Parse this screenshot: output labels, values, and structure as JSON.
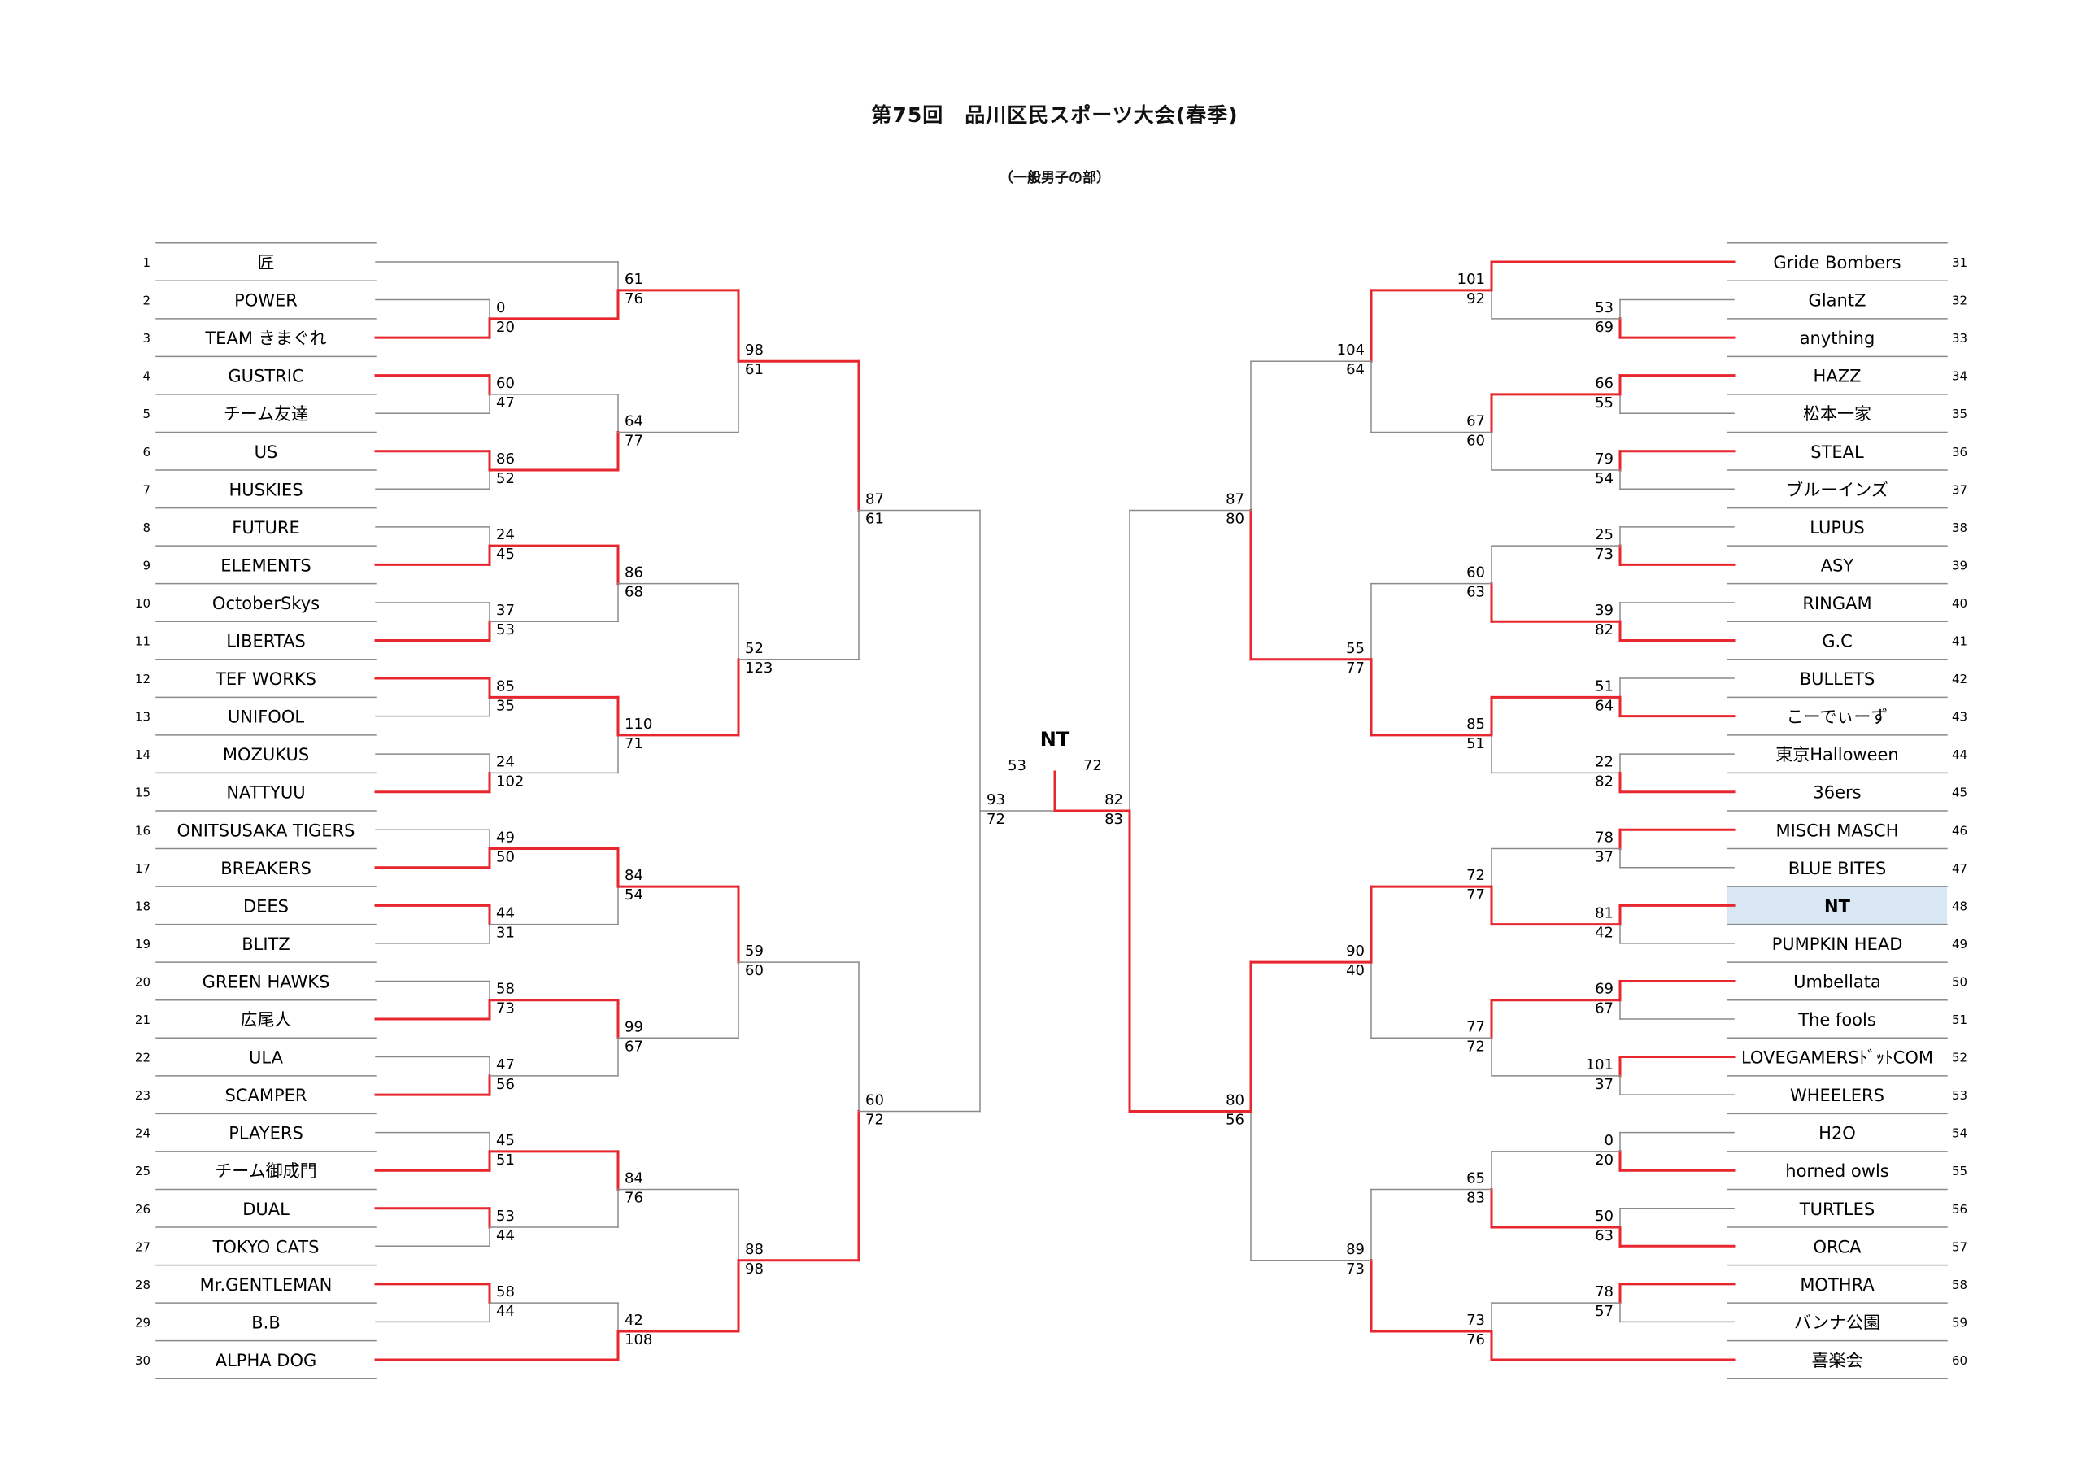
{
  "title": "第75回　品川区民スポーツ大会(春季)",
  "subtitle": "（一般男子の部）",
  "champion": "NT",
  "highlight_team": "NT",
  "colors": {
    "winner_line": "#e8262d",
    "loser_line": "#8a8a8a",
    "highlight_bg": "#d9e7f5"
  },
  "left_teams": [
    {
      "seed": "1",
      "name": "匠"
    },
    {
      "seed": "2",
      "name": "POWER"
    },
    {
      "seed": "3",
      "name": "TEAM きまぐれ"
    },
    {
      "seed": "4",
      "name": "GUSTRIC"
    },
    {
      "seed": "5",
      "name": "チーム友達"
    },
    {
      "seed": "6",
      "name": "US"
    },
    {
      "seed": "7",
      "name": "HUSKIES"
    },
    {
      "seed": "8",
      "name": "FUTURE"
    },
    {
      "seed": "9",
      "name": "ELEMENTS"
    },
    {
      "seed": "10",
      "name": "OctoberSkys"
    },
    {
      "seed": "11",
      "name": "LIBERTAS"
    },
    {
      "seed": "12",
      "name": "TEF WORKS"
    },
    {
      "seed": "13",
      "name": "UNIFOOL"
    },
    {
      "seed": "14",
      "name": "MOZUKUS"
    },
    {
      "seed": "15",
      "name": "NATTYUU"
    },
    {
      "seed": "16",
      "name": "ONITSUSAKA TIGERS"
    },
    {
      "seed": "17",
      "name": "BREAKERS"
    },
    {
      "seed": "18",
      "name": "DEES"
    },
    {
      "seed": "19",
      "name": "BLITZ"
    },
    {
      "seed": "20",
      "name": "GREEN HAWKS"
    },
    {
      "seed": "21",
      "name": "広尾人"
    },
    {
      "seed": "22",
      "name": "ULA"
    },
    {
      "seed": "23",
      "name": "SCAMPER"
    },
    {
      "seed": "24",
      "name": "PLAYERS"
    },
    {
      "seed": "25",
      "name": "チーム御成門"
    },
    {
      "seed": "26",
      "name": "DUAL"
    },
    {
      "seed": "27",
      "name": "TOKYO CATS"
    },
    {
      "seed": "28",
      "name": "Mr.GENTLEMAN"
    },
    {
      "seed": "29",
      "name": "B.B"
    },
    {
      "seed": "30",
      "name": "ALPHA DOG"
    }
  ],
  "right_teams": [
    {
      "seed": "31",
      "name": "Gride Bombers"
    },
    {
      "seed": "32",
      "name": "GlantZ"
    },
    {
      "seed": "33",
      "name": "anything"
    },
    {
      "seed": "34",
      "name": "HAZZ"
    },
    {
      "seed": "35",
      "name": "松本一家"
    },
    {
      "seed": "36",
      "name": "STEAL"
    },
    {
      "seed": "37",
      "name": "ブルーインズ"
    },
    {
      "seed": "38",
      "name": "LUPUS"
    },
    {
      "seed": "39",
      "name": "ASY"
    },
    {
      "seed": "40",
      "name": "RINGAM"
    },
    {
      "seed": "41",
      "name": "G.C"
    },
    {
      "seed": "42",
      "name": "BULLETS"
    },
    {
      "seed": "43",
      "name": "こーでぃーず"
    },
    {
      "seed": "44",
      "name": "東京Halloween"
    },
    {
      "seed": "45",
      "name": "36ers"
    },
    {
      "seed": "46",
      "name": "MISCH MASCH"
    },
    {
      "seed": "47",
      "name": "BLUE BITES"
    },
    {
      "seed": "48",
      "name": "NT"
    },
    {
      "seed": "49",
      "name": "PUMPKIN HEAD"
    },
    {
      "seed": "50",
      "name": "Umbellata"
    },
    {
      "seed": "51",
      "name": "The fools"
    },
    {
      "seed": "52",
      "name": "LOVEGAMERSﾄﾞｯﾄCOM"
    },
    {
      "seed": "53",
      "name": "WHEELERS"
    },
    {
      "seed": "54",
      "name": "H2O"
    },
    {
      "seed": "55",
      "name": "horned owls"
    },
    {
      "seed": "56",
      "name": "TURTLES"
    },
    {
      "seed": "57",
      "name": "ORCA"
    },
    {
      "seed": "58",
      "name": "MOTHRA"
    },
    {
      "seed": "59",
      "name": "バンナ公園"
    },
    {
      "seed": "60",
      "name": "喜楽会"
    }
  ],
  "left_games": {
    "r1": [
      {
        "a": 1,
        "b": 2,
        "sa": "0",
        "sb": "20",
        "w": "b"
      },
      {
        "a": 3,
        "b": 4,
        "sa": "60",
        "sb": "47",
        "w": "a"
      },
      {
        "a": 5,
        "b": 6,
        "sa": "86",
        "sb": "52",
        "w": "a"
      },
      {
        "a": 7,
        "b": 8,
        "sa": "24",
        "sb": "45",
        "w": "b"
      },
      {
        "a": 9,
        "b": 10,
        "sa": "37",
        "sb": "53",
        "w": "b"
      },
      {
        "a": 11,
        "b": 12,
        "sa": "85",
        "sb": "35",
        "w": "a"
      },
      {
        "a": 13,
        "b": 14,
        "sa": "24",
        "sb": "102",
        "w": "b"
      },
      {
        "a": 15,
        "b": 16,
        "sa": "49",
        "sb": "50",
        "w": "b"
      },
      {
        "a": 17,
        "b": 18,
        "sa": "44",
        "sb": "31",
        "w": "a"
      },
      {
        "a": 19,
        "b": 20,
        "sa": "58",
        "sb": "73",
        "w": "b"
      },
      {
        "a": 21,
        "b": 22,
        "sa": "47",
        "sb": "56",
        "w": "b"
      },
      {
        "a": 23,
        "b": 24,
        "sa": "45",
        "sb": "51",
        "w": "b"
      },
      {
        "a": 25,
        "b": 26,
        "sa": "53",
        "sb": "44",
        "w": "a"
      },
      {
        "a": 27,
        "b": 28,
        "sa": "58",
        "sb": "44",
        "w": "a"
      }
    ],
    "r2": [
      {
        "a": "t0",
        "b": "g0",
        "sa": "61",
        "sb": "76",
        "w": "b"
      },
      {
        "a": "g1",
        "b": "g2",
        "sa": "64",
        "sb": "77",
        "w": "b"
      },
      {
        "a": "g3",
        "b": "g4",
        "sa": "86",
        "sb": "68",
        "w": "a"
      },
      {
        "a": "g5",
        "b": "g6",
        "sa": "110",
        "sb": "71",
        "w": "a"
      },
      {
        "a": "g7",
        "b": "g8",
        "sa": "84",
        "sb": "54",
        "w": "a"
      },
      {
        "a": "g9",
        "b": "g10",
        "sa": "99",
        "sb": "67",
        "w": "a"
      },
      {
        "a": "g11",
        "b": "g12",
        "sa": "84",
        "sb": "76",
        "w": "a"
      },
      {
        "a": "g13",
        "b": "t29",
        "sa": "42",
        "sb": "108",
        "w": "b"
      }
    ],
    "r3": [
      {
        "sa": "98",
        "sb": "61",
        "w": "a"
      },
      {
        "sa": "52",
        "sb": "123",
        "w": "b"
      },
      {
        "sa": "59",
        "sb": "60",
        "w": "a"
      },
      {
        "sa": "88",
        "sb": "98",
        "w": "b"
      }
    ],
    "r4": [
      {
        "sa": "87",
        "sb": "61",
        "w": "a"
      },
      {
        "sa": "60",
        "sb": "72",
        "w": "b"
      }
    ],
    "r5": {
      "sa": "93",
      "sb": "72",
      "w": "none"
    }
  },
  "right_games": {
    "r1": [
      {
        "sa": "53",
        "sb": "69",
        "w": "b"
      },
      {
        "sa": "66",
        "sb": "55",
        "w": "a"
      },
      {
        "sa": "79",
        "sb": "54",
        "w": "a"
      },
      {
        "sa": "25",
        "sb": "73",
        "w": "b"
      },
      {
        "sa": "39",
        "sb": "82",
        "w": "b"
      },
      {
        "sa": "51",
        "sb": "64",
        "w": "b"
      },
      {
        "sa": "22",
        "sb": "82",
        "w": "b"
      },
      {
        "sa": "78",
        "sb": "37",
        "w": "a"
      },
      {
        "sa": "81",
        "sb": "42",
        "w": "a"
      },
      {
        "sa": "69",
        "sb": "67",
        "w": "a"
      },
      {
        "sa": "101",
        "sb": "37",
        "w": "a"
      },
      {
        "sa": "0",
        "sb": "20",
        "w": "b"
      },
      {
        "sa": "50",
        "sb": "63",
        "w": "b"
      },
      {
        "sa": "78",
        "sb": "57",
        "w": "a"
      }
    ],
    "r2": [
      {
        "sa": "101",
        "sb": "92",
        "w": "a"
      },
      {
        "sa": "67",
        "sb": "60",
        "w": "a"
      },
      {
        "sa": "60",
        "sb": "63",
        "w": "b"
      },
      {
        "sa": "85",
        "sb": "51",
        "w": "a"
      },
      {
        "sa": "72",
        "sb": "77",
        "w": "b"
      },
      {
        "sa": "77",
        "sb": "72",
        "w": "a"
      },
      {
        "sa": "65",
        "sb": "83",
        "w": "b"
      },
      {
        "sa": "73",
        "sb": "76",
        "w": "b"
      }
    ],
    "r3": [
      {
        "sa": "104",
        "sb": "64",
        "w": "a"
      },
      {
        "sa": "55",
        "sb": "77",
        "w": "b"
      },
      {
        "sa": "90",
        "sb": "40",
        "w": "a"
      },
      {
        "sa": "89",
        "sb": "73",
        "w": "b"
      }
    ],
    "r4": [
      {
        "sa": "87",
        "sb": "80",
        "w": "b"
      },
      {
        "sa": "80",
        "sb": "56",
        "w": "a"
      }
    ],
    "r5": {
      "sa": "82",
      "sb": "83",
      "w": "b"
    }
  },
  "final": {
    "left_score": "53",
    "right_score": "72"
  }
}
